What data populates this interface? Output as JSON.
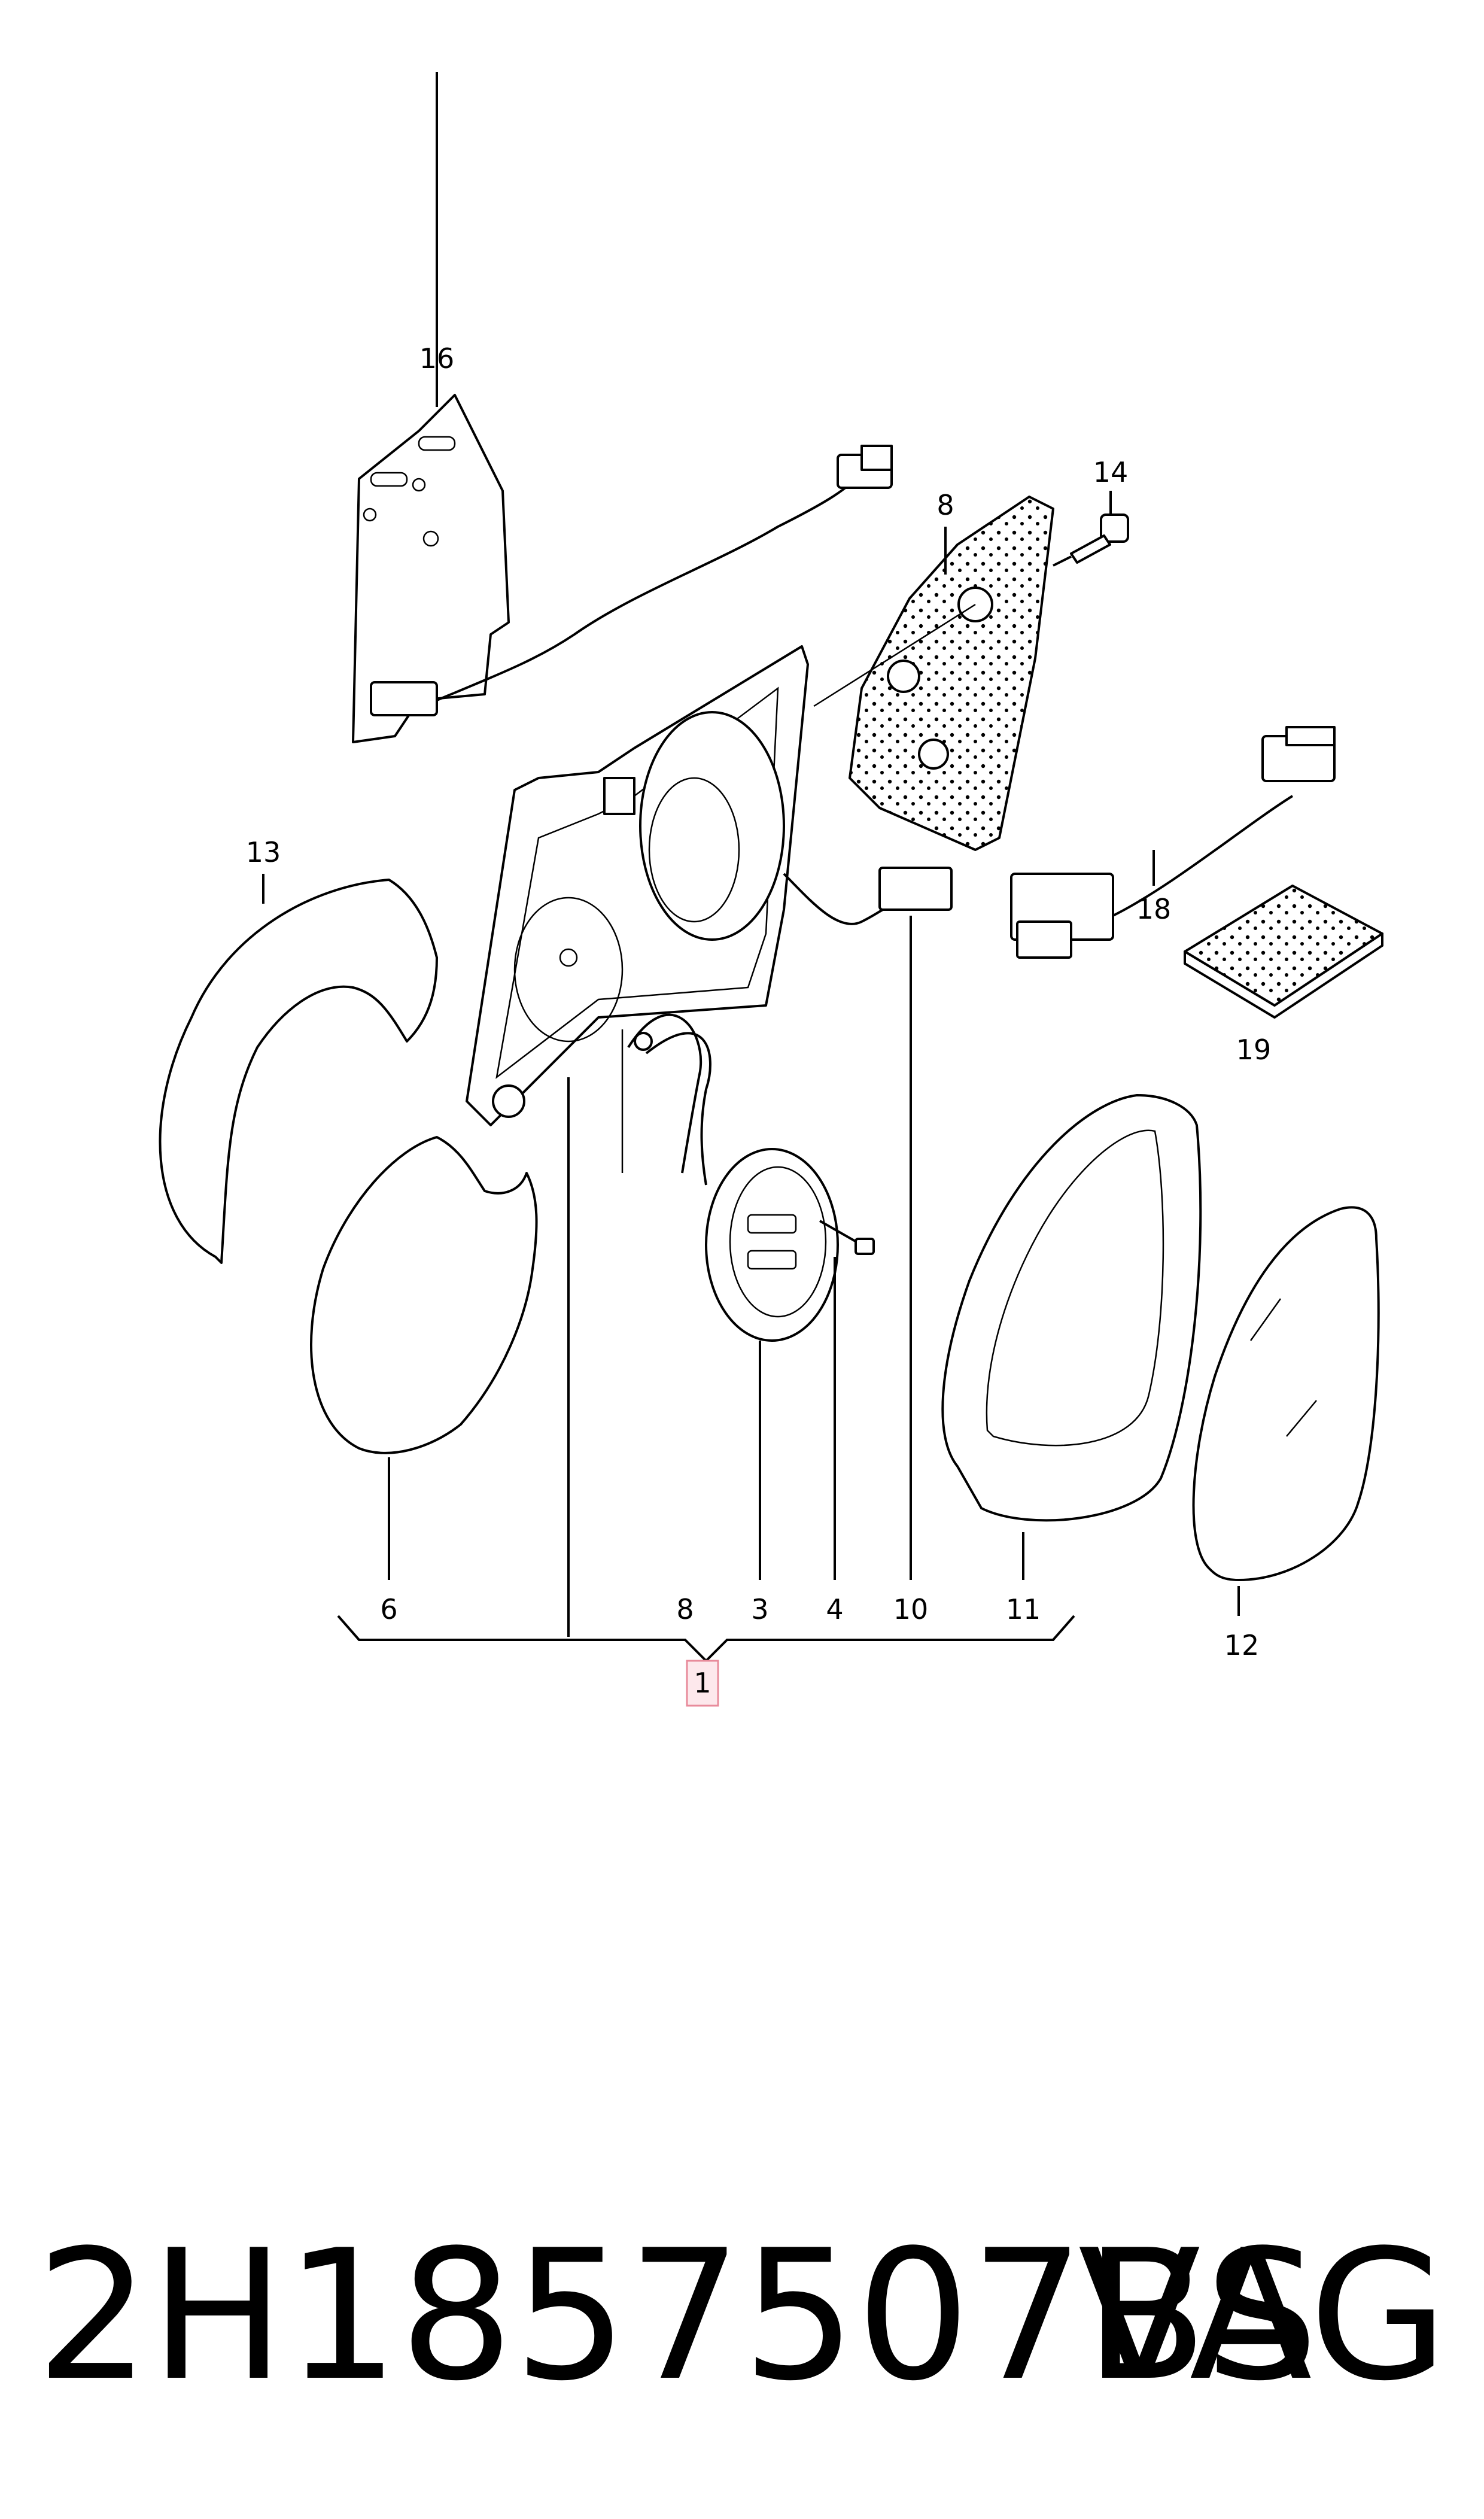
{
  "callouts": {
    "c1": "1",
    "c3": "3",
    "c4": "4",
    "c6": "6",
    "c8a": "8",
    "c8b": "8",
    "c10": "10",
    "c11": "11",
    "c12": "12",
    "c13": "13",
    "c14": "14",
    "c16": "16",
    "c18": "18",
    "c19": "19"
  },
  "footer": {
    "part_number": "2H1857507BS",
    "brand": "VAG"
  },
  "colors": {
    "ink": "#000000",
    "highlight_border": "#e88b9b",
    "highlight_fill": "#fde8ec"
  }
}
